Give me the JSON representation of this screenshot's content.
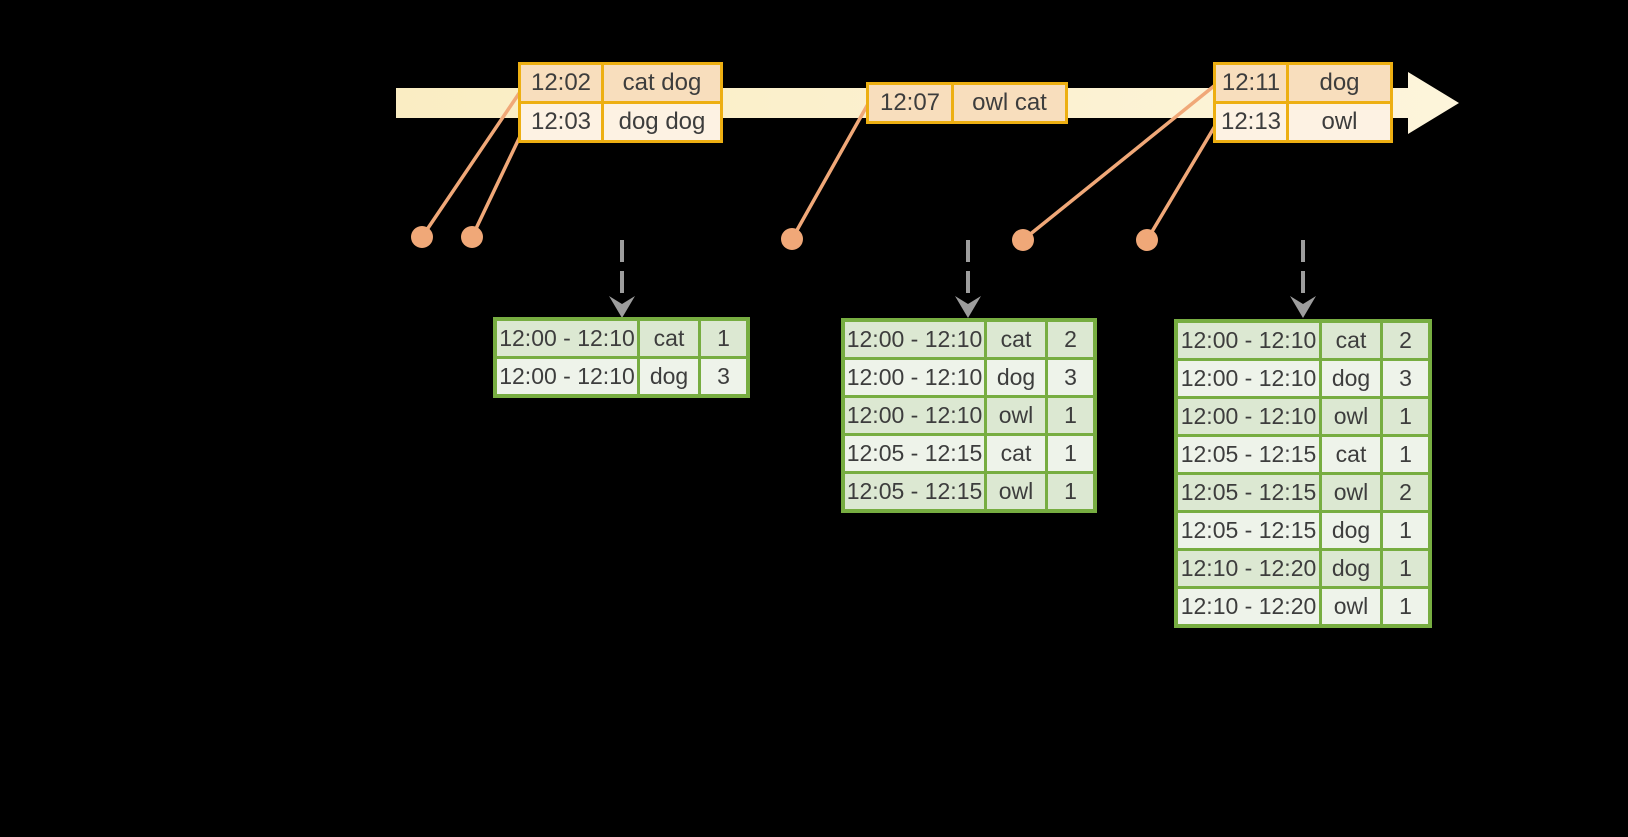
{
  "canvas": {
    "background": "#000000"
  },
  "colors": {
    "timeline_left": "#FAEDC3",
    "timeline_right": "#FDF5DB",
    "event_border": "#EDAF12",
    "event_row_dark": "#F8DEBD",
    "event_row_light": "#FDF2E3",
    "event_row_mid": "#FBEBD8",
    "result_border": "#77AD41",
    "result_row_dark": "#DCE8D2",
    "result_row_light": "#EEF3EA",
    "connector": "#F0A878",
    "trigger_arrow": "#9D9D9D",
    "text": "#3D3D3D"
  },
  "timeline": {
    "shape": "right-arrow"
  },
  "event_tables": [
    {
      "name": "events-1",
      "rows": [
        [
          "12:02",
          "cat dog"
        ],
        [
          "12:03",
          "dog dog"
        ]
      ]
    },
    {
      "name": "events-2",
      "rows": [
        [
          "12:07",
          "owl cat"
        ]
      ]
    },
    {
      "name": "events-3",
      "rows": [
        [
          "12:11",
          "dog"
        ],
        [
          "12:13",
          "owl"
        ]
      ]
    }
  ],
  "result_tables": [
    {
      "name": "result-table-1",
      "rows": [
        [
          "12:00 - 12:10",
          "cat",
          "1"
        ],
        [
          "12:00 - 12:10",
          "dog",
          "3"
        ]
      ]
    },
    {
      "name": "result-table-2",
      "rows": [
        [
          "12:00 - 12:10",
          "cat",
          "2"
        ],
        [
          "12:00 - 12:10",
          "dog",
          "3"
        ],
        [
          "12:00 - 12:10",
          "owl",
          "1"
        ],
        [
          "12:05 - 12:15",
          "cat",
          "1"
        ],
        [
          "12:05 - 12:15",
          "owl",
          "1"
        ]
      ]
    },
    {
      "name": "result-table-3",
      "rows": [
        [
          "12:00 - 12:10",
          "cat",
          "2"
        ],
        [
          "12:00 - 12:10",
          "dog",
          "3"
        ],
        [
          "12:00 - 12:10",
          "owl",
          "1"
        ],
        [
          "12:05 - 12:15",
          "cat",
          "1"
        ],
        [
          "12:05 - 12:15",
          "owl",
          "2"
        ],
        [
          "12:05 - 12:15",
          "dog",
          "1"
        ],
        [
          "12:10 - 12:20",
          "dog",
          "1"
        ],
        [
          "12:10 - 12:20",
          "owl",
          "1"
        ]
      ]
    }
  ]
}
